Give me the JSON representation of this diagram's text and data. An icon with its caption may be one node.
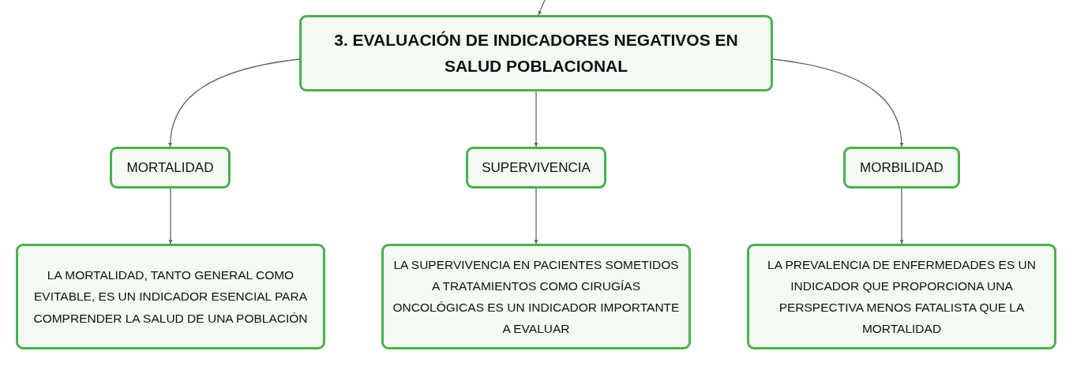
{
  "diagram": {
    "nodes": [
      {
        "text": [
          "3. EVALUACIÓN DE INDICADORES NEGATIVOS EN SALUD POBLACIONAL"
        ]
      },
      {
        "text": [
          "MORTALIDAD"
        ]
      },
      {
        "text": [
          "SUPERVIVENCIA"
        ]
      },
      {
        "text": [
          "MORBILIDAD"
        ]
      },
      {
        "text": [
          "LA MORTALIDAD, TANTO GENERAL COMO EVITABLE, ES UN INDICADOR ESENCIAL PARA COMPRENDER LA SALUD DE UNA POBLACIÓN"
        ]
      },
      {
        "text": [
          "LA SUPERVIVENCIA EN PACIENTES SOMETIDOS A TRATAMIENTOS COMO CIRUGÍAS ONCOLÓGICAS ES UN INDICADOR IMPORTANTE A EVALUAR"
        ]
      },
      {
        "text": [
          "LA PREVALENCIA DE ENFERMEDADES ES UN INDICADOR QUE PROPORCIONA UNA PERSPECTIVA MENOS FATALISTA QUE LA MORTALIDAD"
        ]
      }
    ],
    "edges": [
      {
        "from": null,
        "to": 0,
        "arrow": "to"
      },
      {
        "from": 0,
        "to": 1,
        "arrow": "to"
      },
      {
        "from": 0,
        "to": 2,
        "arrow": "to"
      },
      {
        "from": 0,
        "to": 3,
        "arrow": "to"
      },
      {
        "from": 1,
        "to": 4,
        "arrow": "to"
      },
      {
        "from": 2,
        "to": 5,
        "arrow": "to"
      },
      {
        "from": 3,
        "to": 6,
        "arrow": "to"
      }
    ]
  }
}
